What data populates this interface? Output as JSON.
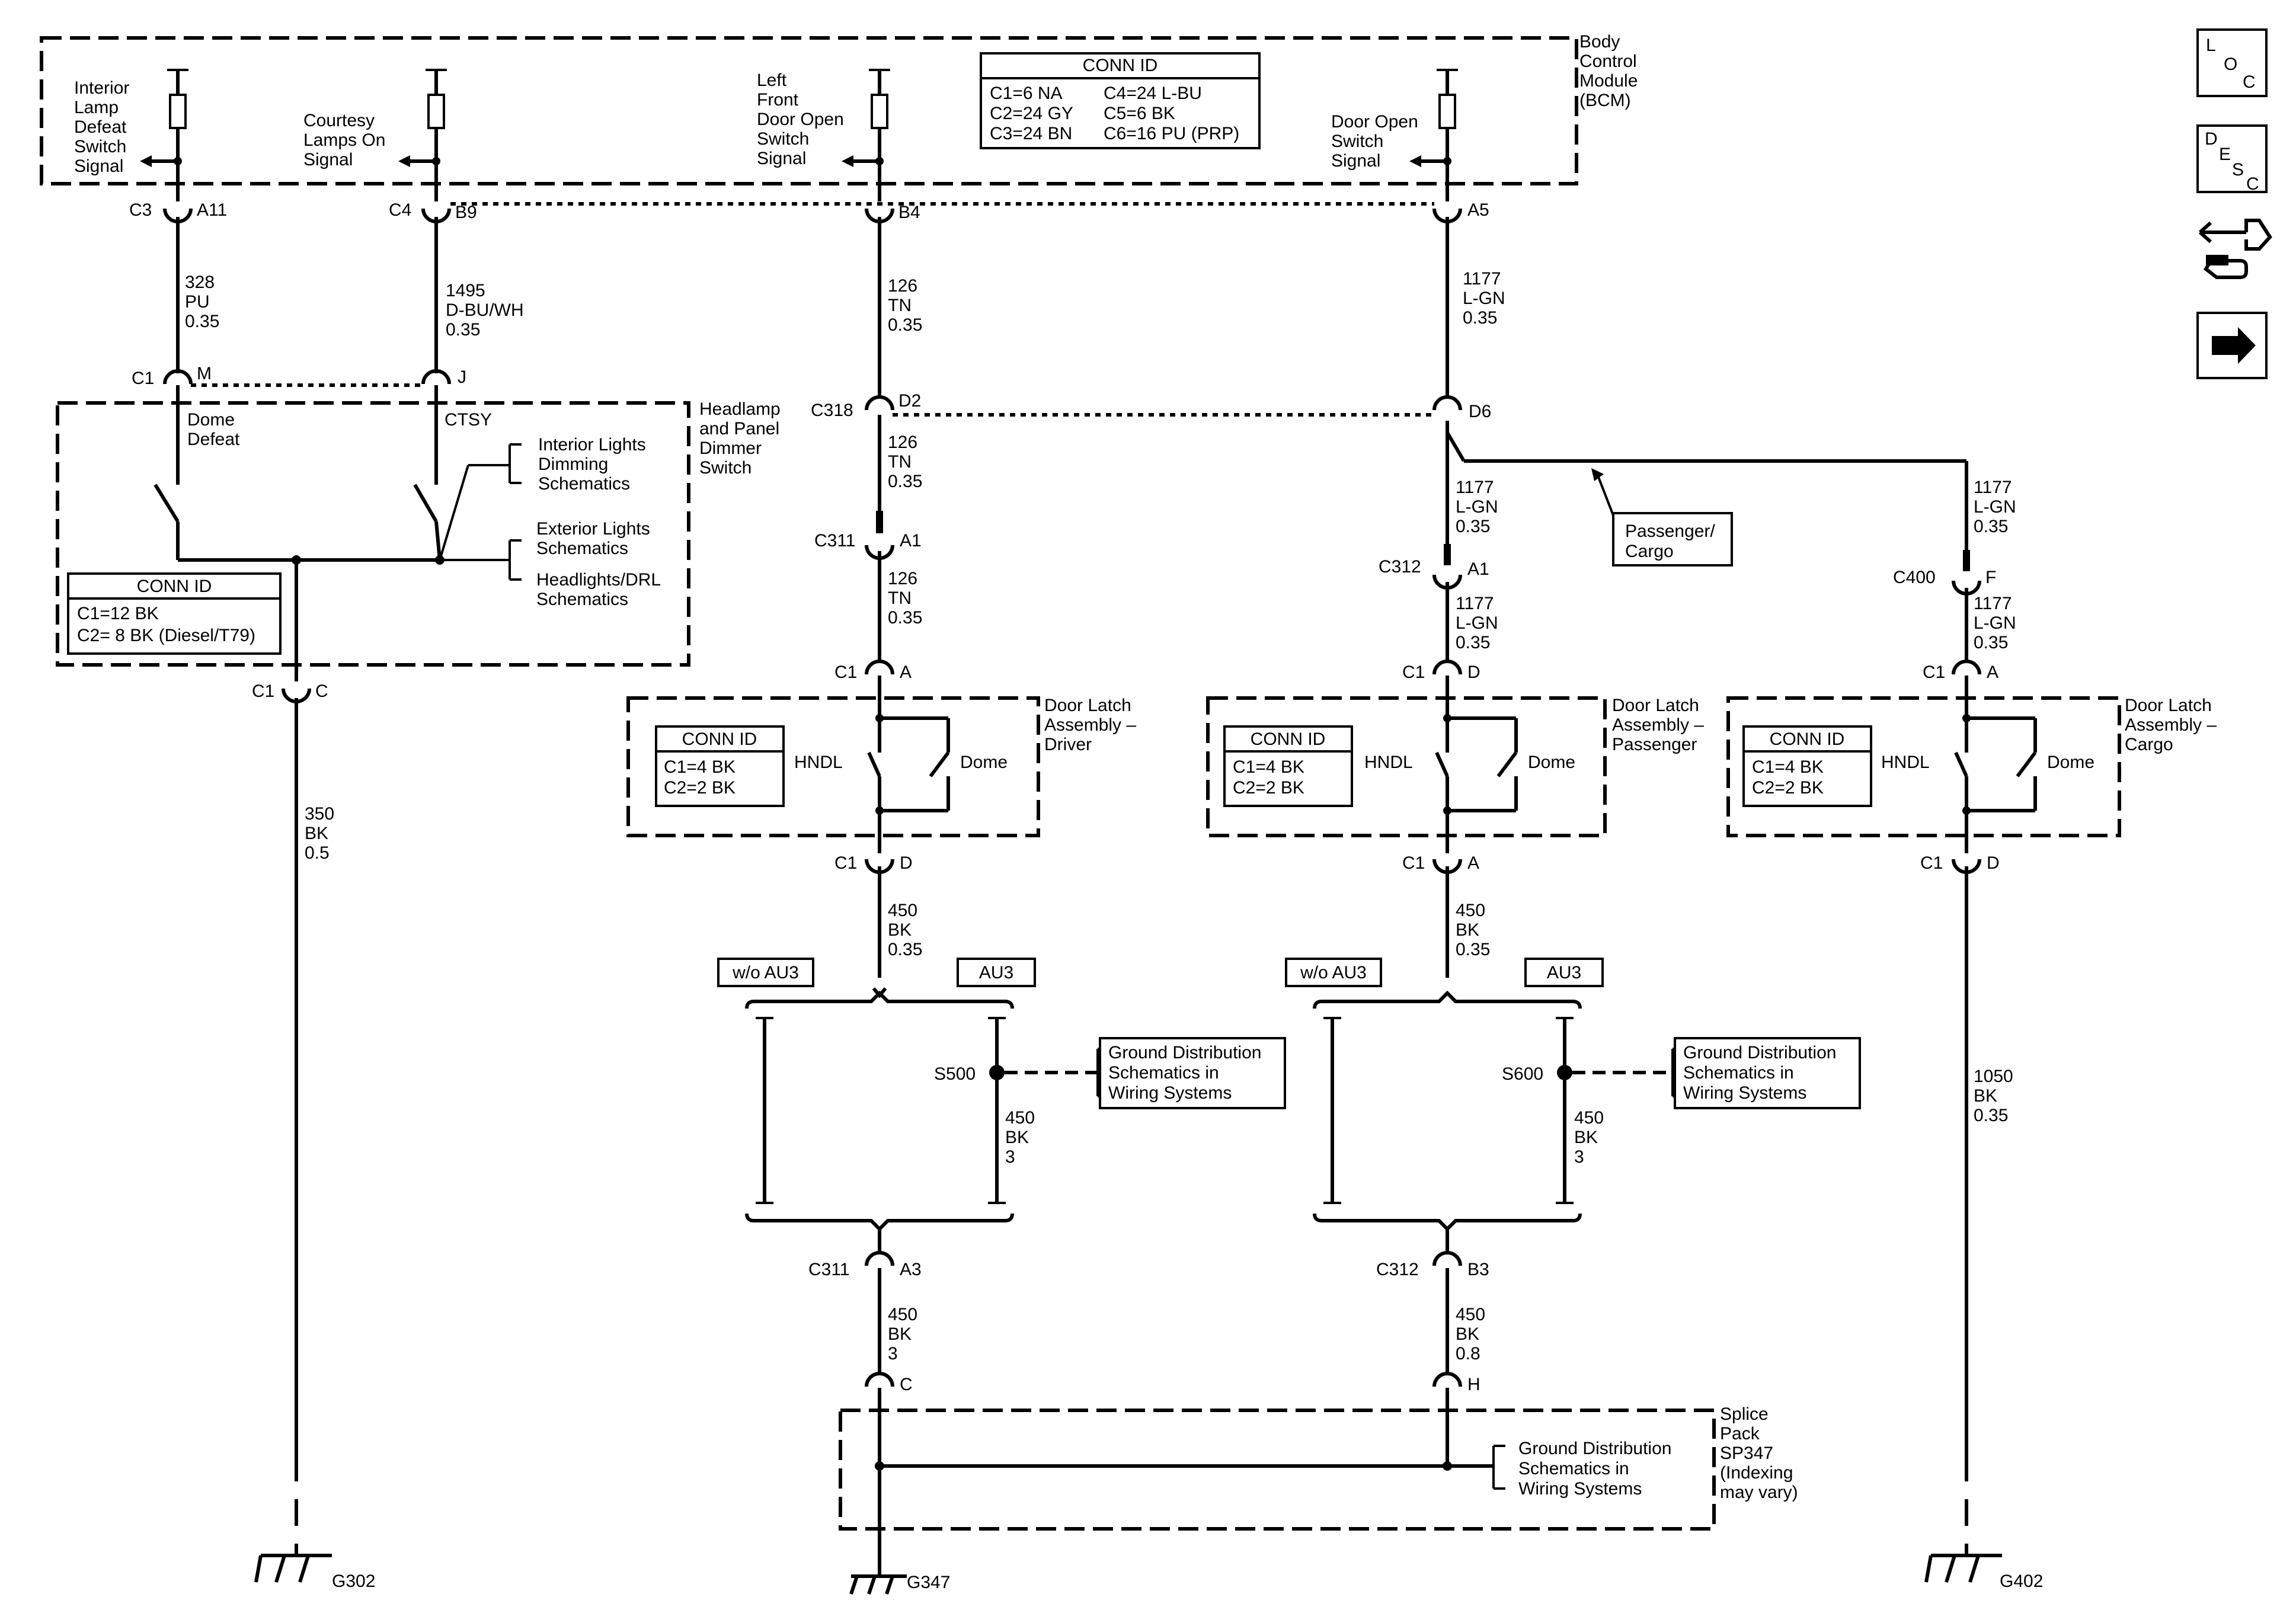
{
  "bcm": {
    "label": [
      "Body",
      "Control",
      "Module",
      "(BCM)"
    ]
  },
  "signals": {
    "interior_lamp_defeat": [
      "Interior",
      "Lamp",
      "Defeat",
      "Switch",
      "Signal"
    ],
    "courtesy_lamps": [
      "Courtesy",
      "Lamps On",
      "Signal"
    ],
    "left_front_door": [
      "Left",
      "Front",
      "Door Open",
      "Switch",
      "Signal"
    ],
    "door_open": [
      "Door Open",
      "Switch",
      "Signal"
    ]
  },
  "bcm_conn_id": {
    "title": "CONN ID",
    "left": [
      "C1=6 NA",
      "C2=24 GY",
      "C3=24 BN"
    ],
    "right": [
      "C4=24 L-BU",
      "C5=6 BK",
      "C6=16 PU (PRP)"
    ]
  },
  "bcm_pins": {
    "p1": {
      "conn": "C3",
      "pin": "A11"
    },
    "p2": {
      "conn": "C4",
      "pin": "B9"
    },
    "p3": {
      "conn": "",
      "pin": "B4"
    },
    "p4": {
      "conn": "",
      "pin": "A5"
    }
  },
  "wires": {
    "w328": [
      "328",
      "PU",
      "0.35"
    ],
    "w1495": [
      "1495",
      "D-BU/WH",
      "0.35"
    ],
    "w126a": [
      "126",
      "TN",
      "0.35"
    ],
    "w1177a": [
      "1177",
      "L-GN",
      "0.35"
    ],
    "w126b": [
      "126",
      "TN",
      "0.35"
    ],
    "w126c": [
      "126",
      "TN",
      "0.35"
    ],
    "w1177b": [
      "1177",
      "L-GN",
      "0.35"
    ],
    "w1177c": [
      "1177",
      "L-GN",
      "0.35"
    ],
    "w1177d": [
      "1177",
      "L-GN",
      "0.35"
    ],
    "w1177e": [
      "1177",
      "L-GN",
      "0.35"
    ],
    "w350": [
      "350",
      "BK",
      "0.5"
    ],
    "w450a": [
      "450",
      "BK",
      "0.35"
    ],
    "w450b": [
      "450",
      "BK",
      "0.35"
    ],
    "w450c": [
      "450",
      "BK",
      "3"
    ],
    "w450d": [
      "450",
      "BK",
      "3"
    ],
    "w450e": [
      "450",
      "BK",
      "3"
    ],
    "w450f": [
      "450",
      "BK",
      "0.8"
    ],
    "w1050": [
      "1050",
      "BK",
      "0.35"
    ]
  },
  "connectors": {
    "c1m": {
      "conn": "C1",
      "pin": "M"
    },
    "c1j": {
      "conn": "",
      "pin": "J"
    },
    "c318": {
      "conn": "C318",
      "pin": "D2"
    },
    "d6": {
      "conn": "",
      "pin": "D6"
    },
    "c311a1": {
      "conn": "C311",
      "pin": "A1"
    },
    "c312a1": {
      "conn": "C312",
      "pin": "A1"
    },
    "c400": {
      "conn": "C400",
      "pin": "F"
    },
    "c1a_drv": {
      "conn": "C1",
      "pin": "A"
    },
    "c1d_pass": {
      "conn": "C1",
      "pin": "D"
    },
    "c1a_cargo": {
      "conn": "C1",
      "pin": "A"
    },
    "c1c_hl": {
      "conn": "C1",
      "pin": "C"
    },
    "c1d_drv": {
      "conn": "C1",
      "pin": "D"
    },
    "c1a_pass": {
      "conn": "C1",
      "pin": "A"
    },
    "c1d_cargo": {
      "conn": "C1",
      "pin": "D"
    },
    "c311a3": {
      "conn": "C311",
      "pin": "A3"
    },
    "c312b3": {
      "conn": "C312",
      "pin": "B3"
    },
    "spc": {
      "conn": "",
      "pin": "C"
    },
    "sph": {
      "conn": "",
      "pin": "H"
    }
  },
  "headlamp_switch": {
    "label": [
      "Headlamp",
      "and Panel",
      "Dimmer",
      "Switch"
    ],
    "dome_defeat": [
      "Dome",
      "Defeat"
    ],
    "ctsy": "CTSY",
    "interior_dimming": [
      "Interior Lights",
      "Dimming",
      "Schematics"
    ],
    "exterior": [
      "Exterior Lights",
      "Schematics"
    ],
    "headlights": [
      "Headlights/DRL",
      "Schematics"
    ],
    "conn_title": "CONN ID",
    "conn_rows": [
      "C1=12 BK",
      "C2= 8 BK (Diesel/T79)"
    ]
  },
  "passenger_cargo_note": [
    "Passenger/",
    "Cargo"
  ],
  "latches": {
    "driver": {
      "label": [
        "Door Latch",
        "Assembly –",
        "Driver"
      ]
    },
    "passenger": {
      "label": [
        "Door Latch",
        "Assembly –",
        "Passenger"
      ]
    },
    "cargo": {
      "label": [
        "Door Latch",
        "Assembly –",
        "Cargo"
      ]
    },
    "conn_title": "CONN ID",
    "conn_rows": [
      "C1=4 BK",
      "C2=2 BK"
    ],
    "hndl": "HNDL",
    "dome": "Dome"
  },
  "options": {
    "without": "w/o AU3",
    "with": "AU3"
  },
  "splices": {
    "s500": "S500",
    "s600": "S600"
  },
  "ground_dist": [
    "Ground Distribution",
    "Schematics in",
    "Wiring Systems"
  ],
  "splice_pack": [
    "Splice",
    "Pack",
    "SP347",
    "(Indexing",
    "may vary)"
  ],
  "grounds": {
    "g302": "G302",
    "g347": "G347",
    "g402": "G402"
  },
  "side_icons": {
    "loc": [
      "L",
      "O",
      "C"
    ],
    "desc": [
      "D",
      "E",
      "S",
      "C"
    ],
    "icon3": "connector-wrench-icon",
    "icon4": "arrow-right-icon"
  }
}
